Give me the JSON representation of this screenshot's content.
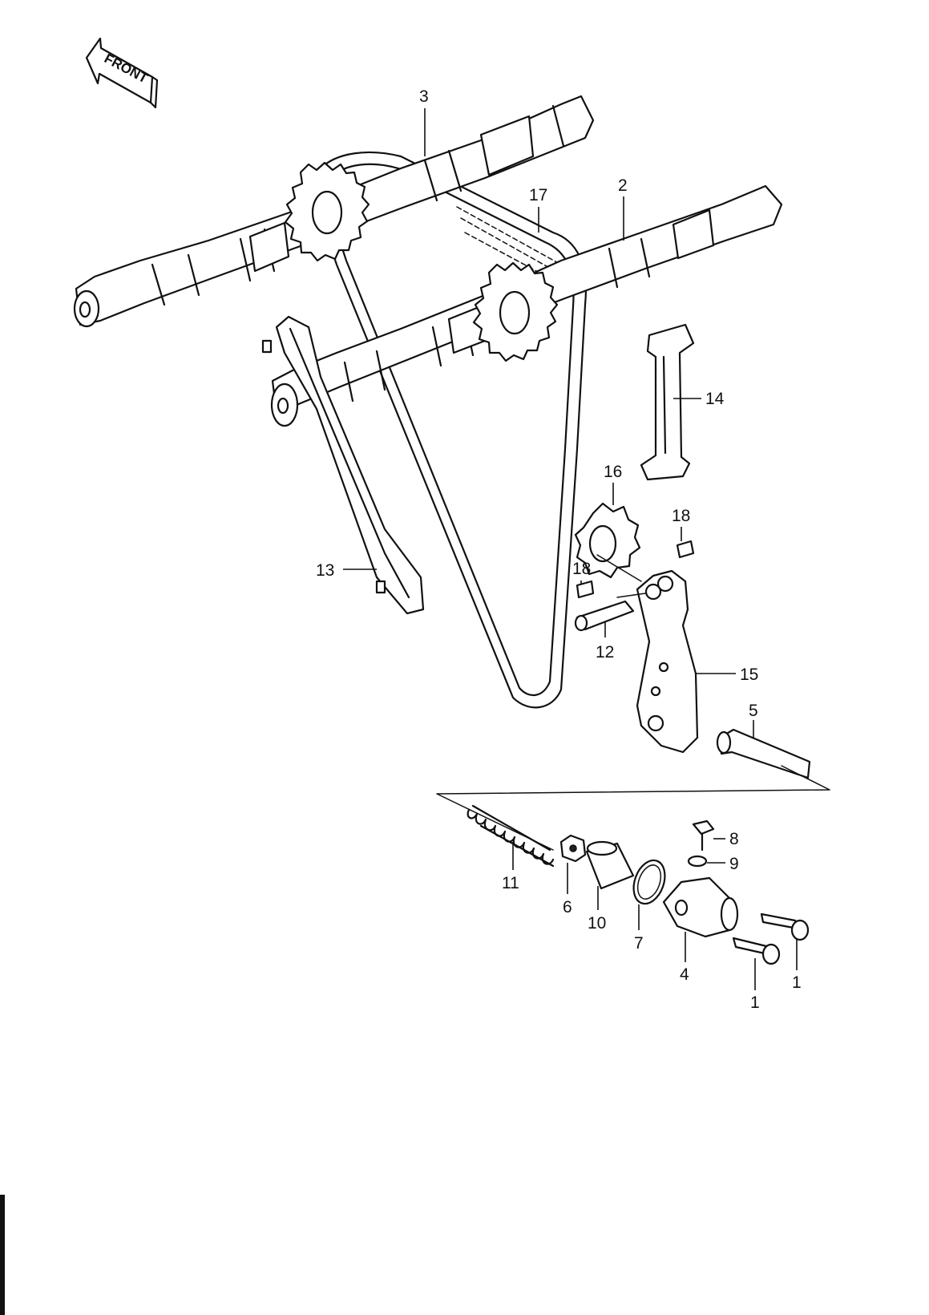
{
  "front_label": "FRONT",
  "callouts": [
    {
      "id": "c1a",
      "text": "1"
    },
    {
      "id": "c1b",
      "text": "1"
    },
    {
      "id": "c2",
      "text": "2"
    },
    {
      "id": "c3",
      "text": "3"
    },
    {
      "id": "c4",
      "text": "4"
    },
    {
      "id": "c5",
      "text": "5"
    },
    {
      "id": "c6",
      "text": "6"
    },
    {
      "id": "c7",
      "text": "7"
    },
    {
      "id": "c8",
      "text": "8"
    },
    {
      "id": "c9",
      "text": "9"
    },
    {
      "id": "c10",
      "text": "10"
    },
    {
      "id": "c11",
      "text": "11"
    },
    {
      "id": "c12",
      "text": "12"
    },
    {
      "id": "c13",
      "text": "13"
    },
    {
      "id": "c14",
      "text": "14"
    },
    {
      "id": "c15",
      "text": "15"
    },
    {
      "id": "c16",
      "text": "16"
    },
    {
      "id": "c17",
      "text": "17"
    },
    {
      "id": "c18a",
      "text": "18"
    },
    {
      "id": "c18b",
      "text": "18"
    }
  ]
}
